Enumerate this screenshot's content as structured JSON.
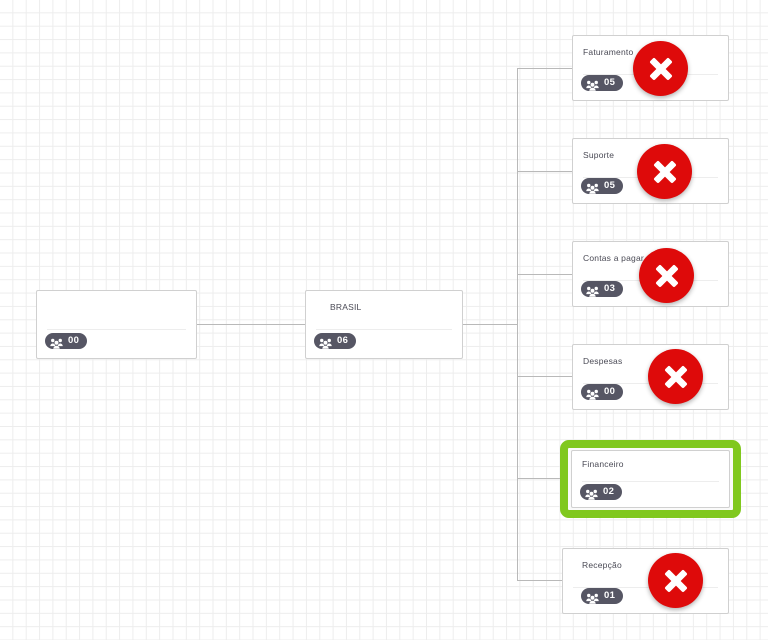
{
  "canvas": {
    "background_color": "#ffffff",
    "grid_color": "#ededed",
    "connector_color": "#b9b9b9"
  },
  "theme": {
    "node_border": "#d0d0d0",
    "badge_bg": "#565664",
    "badge_text": "#ffffff",
    "title_text": "#4a4a55",
    "marker_red": "#de0a0a",
    "selection_green": "#80c81e"
  },
  "icons": {
    "group_icon": "group-people-icon",
    "close_marker": "red-x-circle-icon"
  },
  "chart_data": {
    "type": "diagram",
    "title": "",
    "layout": "horizontal-org-chart",
    "nodes": [
      {
        "id": "root",
        "title": "",
        "count": "00",
        "marked": false,
        "selected": false
      },
      {
        "id": "brasil",
        "title": "BRASIL",
        "count": "06",
        "marked": false,
        "selected": false
      },
      {
        "id": "fat",
        "title": "Faturamento",
        "count": "05",
        "marked": true,
        "selected": false
      },
      {
        "id": "sup",
        "title": "Suporte",
        "count": "05",
        "marked": true,
        "selected": false
      },
      {
        "id": "contas",
        "title": "Contas a pagar",
        "count": "03",
        "marked": true,
        "selected": false
      },
      {
        "id": "desp",
        "title": "Despesas",
        "count": "00",
        "marked": true,
        "selected": false
      },
      {
        "id": "fin",
        "title": "Financeiro",
        "count": "02",
        "marked": false,
        "selected": true
      },
      {
        "id": "rec",
        "title": "Recepção",
        "count": "01",
        "marked": true,
        "selected": false
      }
    ],
    "edges": [
      {
        "from": "root",
        "to": "brasil"
      },
      {
        "from": "brasil",
        "to": "fat"
      },
      {
        "from": "brasil",
        "to": "sup"
      },
      {
        "from": "brasil",
        "to": "contas"
      },
      {
        "from": "brasil",
        "to": "desp"
      },
      {
        "from": "brasil",
        "to": "fin"
      },
      {
        "from": "brasil",
        "to": "rec"
      }
    ]
  },
  "nodes": {
    "root": {
      "title": "",
      "count": "00"
    },
    "brasil": {
      "title": "BRASIL",
      "count": "06"
    },
    "fat": {
      "title": "Faturamento",
      "count": "05"
    },
    "sup": {
      "title": "Suporte",
      "count": "05"
    },
    "contas": {
      "title": "Contas a pagar",
      "count": "03"
    },
    "desp": {
      "title": "Despesas",
      "count": "00"
    },
    "fin": {
      "title": "Financeiro",
      "count": "02"
    },
    "rec": {
      "title": "Recepção",
      "count": "01"
    }
  }
}
